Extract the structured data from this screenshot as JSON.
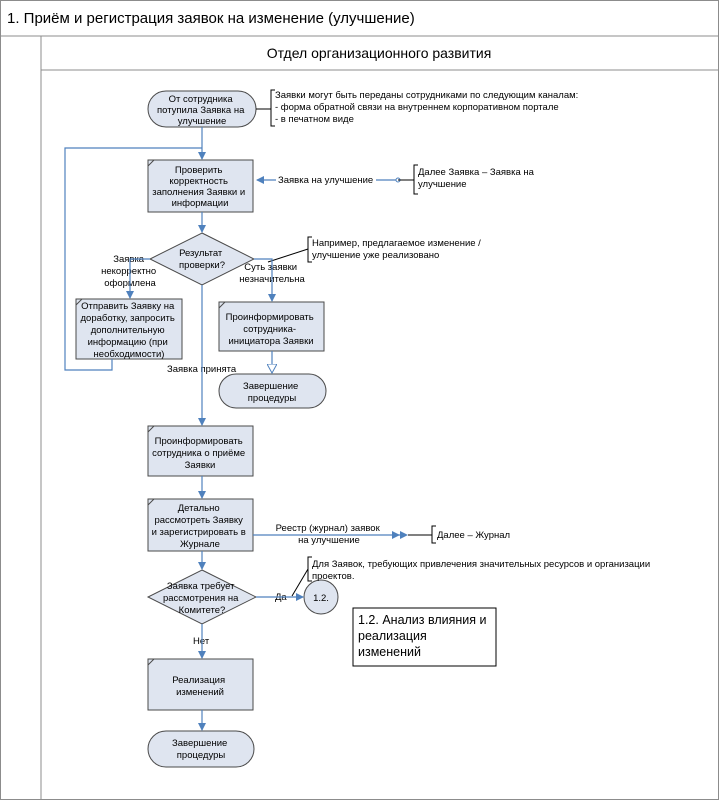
{
  "title": "1. Приём и регистрация заявок на изменение (улучшение)",
  "lane_title": "Отдел организационного развития",
  "start": [
    "От сотрудника",
    "потупила Заявка на",
    "улучшение"
  ],
  "note_channels": [
    "Заявки могут быть переданы сотрудниками по следующим каналам:",
    "- форма обратной связи на внутреннем корпоративном портале",
    "- в печатном виде"
  ],
  "check": [
    "Проверить",
    "корректность",
    "заполнения Заявки и",
    "информации"
  ],
  "label_request": "Заявка на улучшение",
  "note_request": [
    "Далее Заявка – Заявка на",
    "улучшение"
  ],
  "decision_check": [
    "Результат",
    "проверки?"
  ],
  "note_example": [
    "Например, предлагаемое изменение /",
    "улучшение уже реализовано"
  ],
  "label_incorrect": [
    "Заявка",
    "некорректно",
    "оформлена"
  ],
  "label_minor": [
    "Суть заявки",
    "незначительна"
  ],
  "rework": [
    "Отправить Заявку на",
    "доработку, запросить",
    "дополнительную",
    "информацию (при",
    "необходимости)"
  ],
  "inform_initiator": [
    "Проинформировать",
    "сотрудника-",
    "инициатора Заявки"
  ],
  "label_accepted": "Заявка принята",
  "end1": [
    "Завершение",
    "процедуры"
  ],
  "inform_accept": [
    "Проинформировать",
    "сотрудника о приёме",
    "Заявки"
  ],
  "register": [
    "Детально",
    "рассмотреть Заявку",
    "и зарегистрировать в",
    "Журнале"
  ],
  "label_registry": [
    "Реестр (журнал) заявок",
    "на улучшение"
  ],
  "note_journal": "Далее – Журнал",
  "decision_committee": [
    "Заявка требует",
    "рассмотрения на",
    "Комитете?"
  ],
  "note_committee": [
    "Для Заявок, требующих привлечения значительных ресурсов и организации",
    "проектов."
  ],
  "label_yes": "Да",
  "connector": "1.2.",
  "subprocess": [
    "1.2. Анализ влияния и",
    "реализация",
    "изменений"
  ],
  "label_no": "Нет",
  "implement": [
    "Реализация",
    "изменений"
  ],
  "end2": [
    "Завершение",
    "процедуры"
  ],
  "colors": {
    "box_fill": "#dfe5f0",
    "flow_line": "#4f81bd",
    "frame": "#8c8c8c"
  }
}
